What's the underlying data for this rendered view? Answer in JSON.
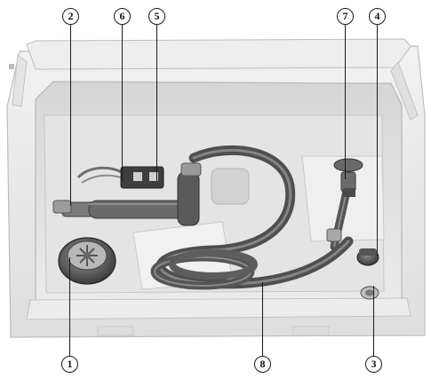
{
  "figure": {
    "callouts": [
      {
        "id": "c1",
        "label": "1"
      },
      {
        "id": "c2",
        "label": "2"
      },
      {
        "id": "c3",
        "label": "3"
      },
      {
        "id": "c4",
        "label": "4"
      },
      {
        "id": "c5",
        "label": "5"
      },
      {
        "id": "c6",
        "label": "6"
      },
      {
        "id": "c7",
        "label": "7"
      },
      {
        "id": "c8",
        "label": "8"
      }
    ],
    "colors": {
      "tray": "#e8e8e8",
      "tray_shadow": "#c9c9c9",
      "hose": "#5c5c5c",
      "hose_highlight": "#8a8a8a",
      "cap": "#4a4a4a",
      "callout_stroke": "#1a1a1a"
    }
  }
}
